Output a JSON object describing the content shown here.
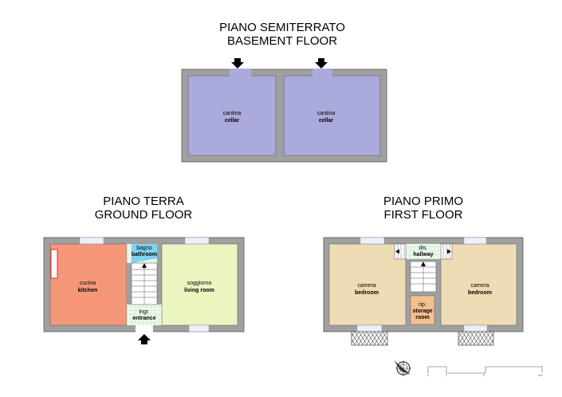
{
  "basement": {
    "title_it": "PIANO SEMITERRATO",
    "title_en": "BASEMENT FLOOR",
    "rooms": [
      {
        "it": "cantina",
        "en": "cellar"
      },
      {
        "it": "cantina",
        "en": "cellar"
      }
    ]
  },
  "ground": {
    "title_it": "PIANO TERRA",
    "title_en": "GROUND FLOOR",
    "rooms": [
      {
        "it": "cucina",
        "en": "kitchen"
      },
      {
        "it": "bagno",
        "en": "bathroom"
      },
      {
        "it": "ingr.",
        "en": "entrance"
      },
      {
        "it": "soggiorno",
        "en": "living room"
      }
    ]
  },
  "first": {
    "title_it": "PIANO PRIMO",
    "title_en": "FIRST FLOOR",
    "rooms": [
      {
        "it": "camera",
        "en": "bedroom"
      },
      {
        "it": "dis.",
        "en": "hallway"
      },
      {
        "it": "rip.",
        "en": "storage"
      },
      {
        "it": "",
        "en": "room"
      },
      {
        "it": "camera",
        "en": "bedroom"
      }
    ]
  },
  "scale_bar": {
    "ticks": [
      "0",
      "1",
      "3",
      "6m"
    ]
  },
  "colors": {
    "wall": "#a0a0a0",
    "cellar": "#aaaadd",
    "kitchen": "#f5987a",
    "bathroom": "#7fd3f0",
    "living": "#eaf5c0",
    "bedroom": "#eddcb4",
    "storage": "#f5c090",
    "tile": "#e8f7e8"
  }
}
